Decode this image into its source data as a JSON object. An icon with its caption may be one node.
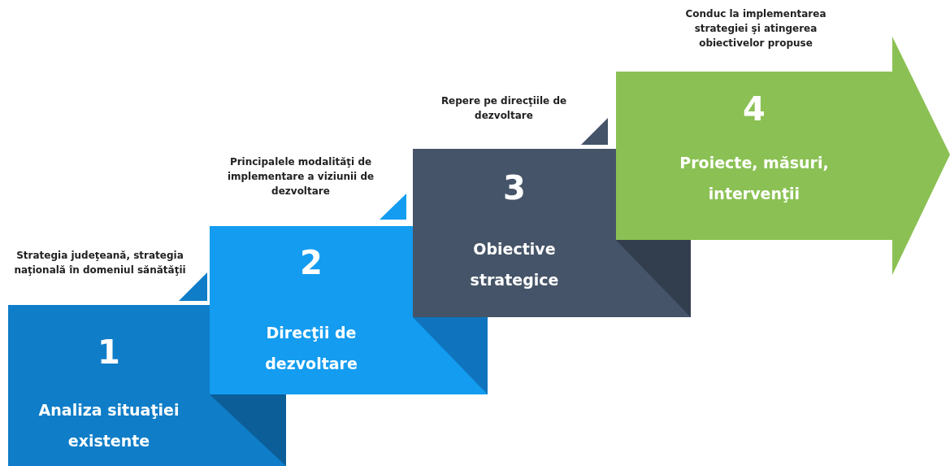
{
  "diagram": {
    "nodes": [
      {
        "text": [
          "1",
          "Analiza situaţiei existente"
        ],
        "beside": [
          "Strategia judeţeană, strategia naţională în domeniul sănătăţii"
        ]
      },
      {
        "text": [
          "2",
          "Direcţii de dezvoltare"
        ],
        "beside": [
          "Principalele modalităţi de implementare a viziunii de dezvoltare"
        ]
      },
      {
        "text": [
          "3",
          "Obiective strategice"
        ],
        "beside": [
          "Repere pe direcţiile de dezvoltare"
        ]
      },
      {
        "text": [
          "4",
          "Proiecte, măsuri, intervenţii"
        ],
        "beside": [
          "Conduc la implementarea strategiei şi atingerea obiectivelor propuse"
        ]
      }
    ]
  }
}
